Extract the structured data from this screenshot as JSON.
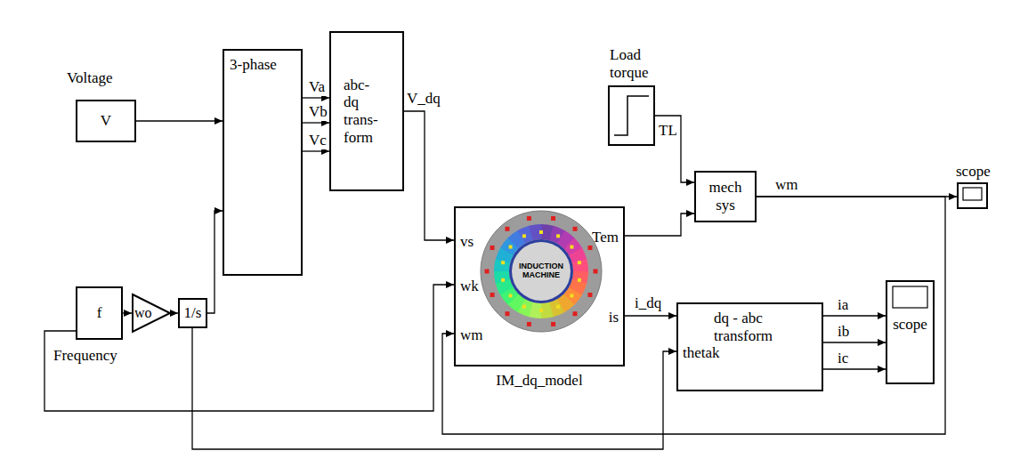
{
  "diagram": {
    "nodes": [
      {
        "text": [
          "Voltage",
          "V"
        ]
      },
      {
        "text": [
          "f",
          "Frequency"
        ]
      },
      {
        "text": [
          "wo"
        ]
      },
      {
        "text": [
          "1/s"
        ]
      },
      {
        "text": [
          "3-phase"
        ]
      },
      {
        "text": [
          "abc- dq trans- form"
        ]
      },
      {
        "text": [
          "vs",
          "wk",
          "wm",
          "INDUCTION MACHINE",
          "Tem",
          "is",
          "IM_dq_model"
        ]
      },
      {
        "text": [
          "Load torque"
        ]
      },
      {
        "text": [
          "mech sys"
        ]
      },
      {
        "text": [
          "scope"
        ]
      },
      {
        "text": [
          "dq - abc transform",
          "thetak"
        ]
      },
      {
        "text": [
          "scope"
        ]
      }
    ],
    "edges": [
      {
        "from": 0,
        "to": 4,
        "arrow": "to"
      },
      {
        "from": 1,
        "to": 2,
        "arrow": "to"
      },
      {
        "from": 2,
        "to": 3,
        "arrow": "to"
      },
      {
        "from": 3,
        "to": 4,
        "arrow": "to"
      },
      {
        "from": 4,
        "to": 5,
        "arrow": "to",
        "label": "Va"
      },
      {
        "from": 4,
        "to": 5,
        "arrow": "to",
        "label": "Vb"
      },
      {
        "from": 4,
        "to": 5,
        "arrow": "to",
        "label": "Vc"
      },
      {
        "from": 5,
        "to": 6,
        "arrow": "to",
        "label": "V_dq"
      },
      {
        "from": 1,
        "to": 6,
        "arrow": "to"
      },
      {
        "from": 6,
        "to": 8,
        "arrow": "to"
      },
      {
        "from": 7,
        "to": 8,
        "arrow": "to",
        "label": "TL"
      },
      {
        "from": 8,
        "to": 9,
        "arrow": "to",
        "label": "wm"
      },
      {
        "from": 8,
        "to": 6,
        "arrow": "to"
      },
      {
        "from": 6,
        "to": 10,
        "arrow": "to",
        "label": "i_dq"
      },
      {
        "from": 3,
        "to": 10,
        "arrow": "to"
      },
      {
        "from": 10,
        "to": 11,
        "arrow": "to",
        "label": "ia"
      },
      {
        "from": 10,
        "to": 11,
        "arrow": "to",
        "label": "ib"
      },
      {
        "from": 10,
        "to": 11,
        "arrow": "to",
        "label": "ic"
      }
    ]
  }
}
